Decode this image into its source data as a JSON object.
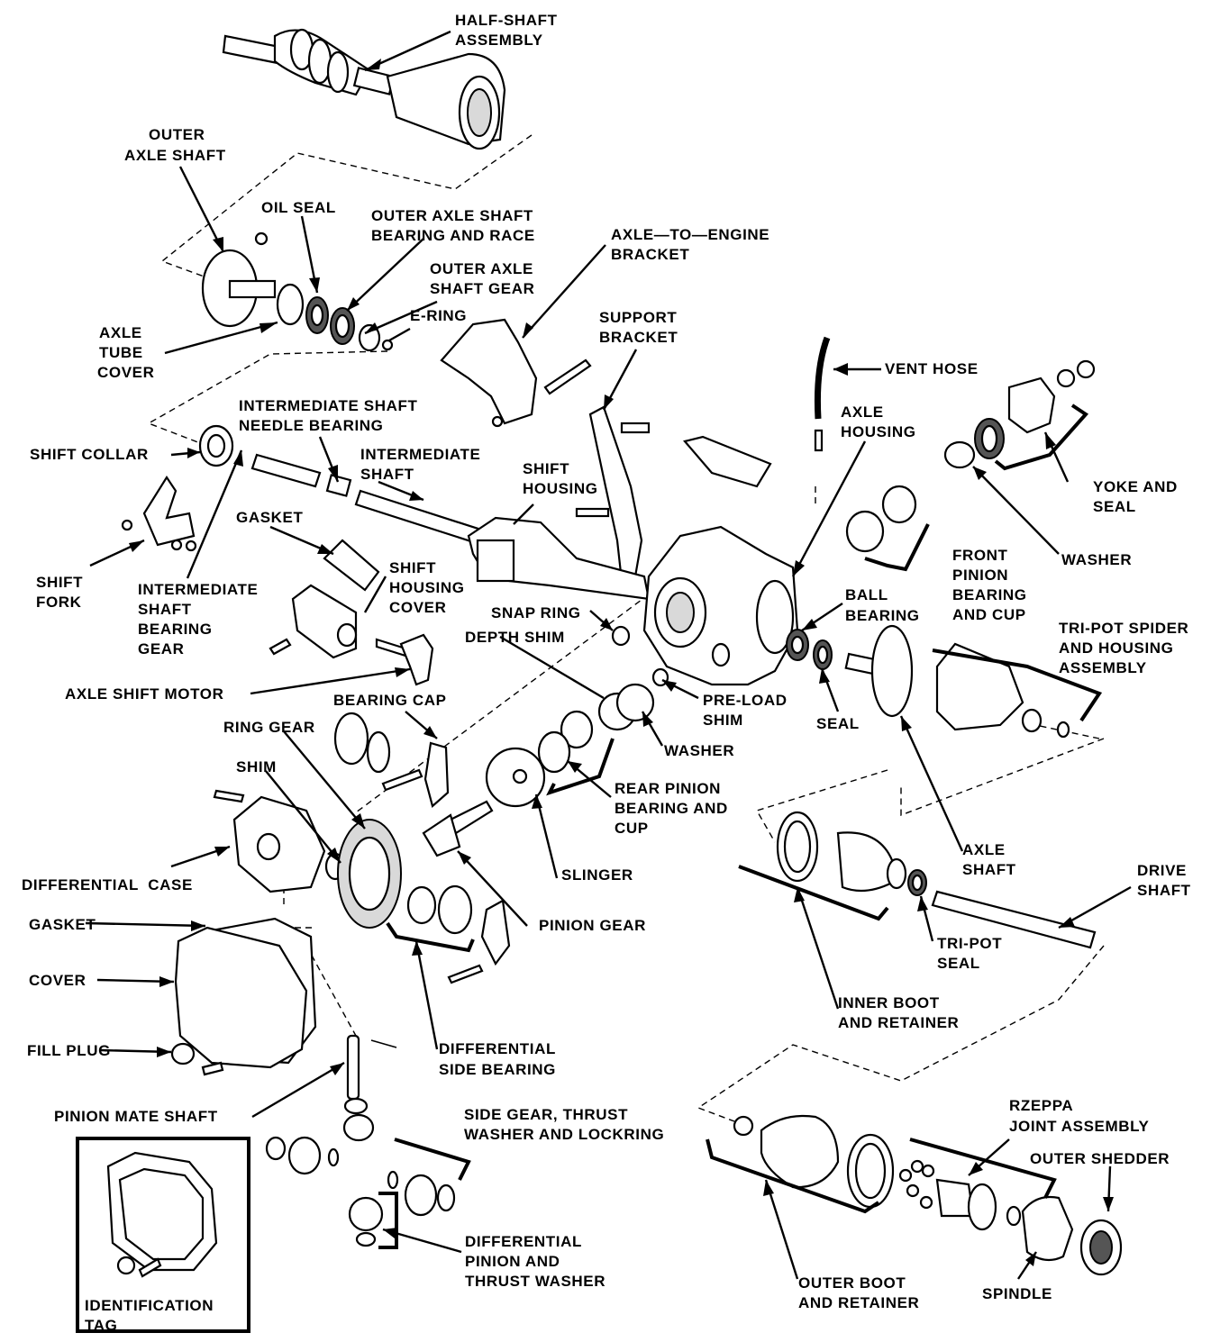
{
  "diagram": {
    "labels": {
      "half_shaft": [
        "HALF-SHAFT",
        "ASSEMBLY"
      ],
      "outer_axle_shaft": [
        "OUTER",
        "AXLE SHAFT"
      ],
      "oil_seal": [
        "OIL SEAL"
      ],
      "outer_axle_shaft_bearing": [
        "OUTER AXLE SHAFT",
        "BEARING AND RACE"
      ],
      "outer_axle_shaft_gear": [
        "OUTER AXLE",
        "SHAFT GEAR"
      ],
      "e_ring": [
        "E-RING"
      ],
      "axle_tube_cover": [
        "AXLE",
        "TUBE",
        "COVER"
      ],
      "axle_to_engine_bracket": [
        "AXLE—TO—ENGINE",
        "BRACKET"
      ],
      "support_bracket": [
        "SUPPORT",
        "BRACKET"
      ],
      "vent_hose": [
        "VENT HOSE"
      ],
      "axle_housing": [
        "AXLE",
        "HOUSING"
      ],
      "intermediate_shaft_needle_bearing": [
        "INTERMEDIATE SHAFT",
        "NEEDLE BEARING"
      ],
      "shift_collar": [
        "SHIFT COLLAR"
      ],
      "intermediate_shaft": [
        "INTERMEDIATE",
        "SHAFT"
      ],
      "shift_housing": [
        "SHIFT",
        "HOUSING"
      ],
      "yoke_and_seal": [
        "YOKE AND",
        "SEAL"
      ],
      "gasket_top": [
        "GASKET"
      ],
      "shift_housing_cover": [
        "SHIFT",
        "HOUSING",
        "COVER"
      ],
      "shift_fork": [
        "SHIFT",
        "FORK"
      ],
      "intermediate_shaft_bearing_gear": [
        "INTERMEDIATE",
        "SHAFT",
        "BEARING",
        "GEAR"
      ],
      "front_pinion_bearing": [
        "FRONT",
        "PINION",
        "BEARING",
        "AND CUP"
      ],
      "washer_right": [
        "WASHER"
      ],
      "ball_bearing": [
        "BALL",
        "BEARING"
      ],
      "snap_ring": [
        "SNAP RING"
      ],
      "depth_shim": [
        "DEPTH SHIM"
      ],
      "tri_pot_spider": [
        "TRI-POT SPIDER",
        "AND HOUSING",
        "ASSEMBLY"
      ],
      "axle_shift_motor": [
        "AXLE SHIFT MOTOR"
      ],
      "bearing_cap": [
        "BEARING CAP"
      ],
      "pre_load_shim": [
        "PRE-LOAD",
        "SHIM"
      ],
      "seal": [
        "SEAL"
      ],
      "ring_gear": [
        "RING GEAR"
      ],
      "washer_mid": [
        "WASHER"
      ],
      "shim": [
        "SHIM"
      ],
      "rear_pinion_bearing": [
        "REAR PINION",
        "BEARING AND",
        "CUP"
      ],
      "differential_case": [
        "DIFFERENTIAL  CASE"
      ],
      "slinger": [
        "SLINGER"
      ],
      "axle_shaft": [
        "AXLE",
        "SHAFT"
      ],
      "drive_shaft": [
        "DRIVE",
        "SHAFT"
      ],
      "gasket_bottom": [
        "GASKET"
      ],
      "pinion_gear": [
        "PINION GEAR"
      ],
      "tri_pot_seal": [
        "TRI-POT",
        "SEAL"
      ],
      "cover": [
        "COVER"
      ],
      "inner_boot": [
        "INNER BOOT",
        "AND RETAINER"
      ],
      "fill_plug": [
        "FILL PLUG"
      ],
      "differential_side_bearing": [
        "DIFFERENTIAL",
        "SIDE BEARING"
      ],
      "pinion_mate_shaft": [
        "PINION MATE SHAFT"
      ],
      "side_gear": [
        "SIDE GEAR, THRUST",
        "WASHER AND LOCKRING"
      ],
      "rzeppa": [
        "RZEPPA",
        "JOINT ASSEMBLY"
      ],
      "outer_shedder": [
        "OUTER SHEDDER"
      ],
      "differential_pinion": [
        "DIFFERENTIAL",
        "PINION AND",
        "THRUST WASHER"
      ],
      "outer_boot": [
        "OUTER BOOT",
        "AND RETAINER"
      ],
      "spindle": [
        "SPINDLE"
      ],
      "identification_tag": [
        "IDENTIFICATION",
        "TAG"
      ]
    }
  }
}
